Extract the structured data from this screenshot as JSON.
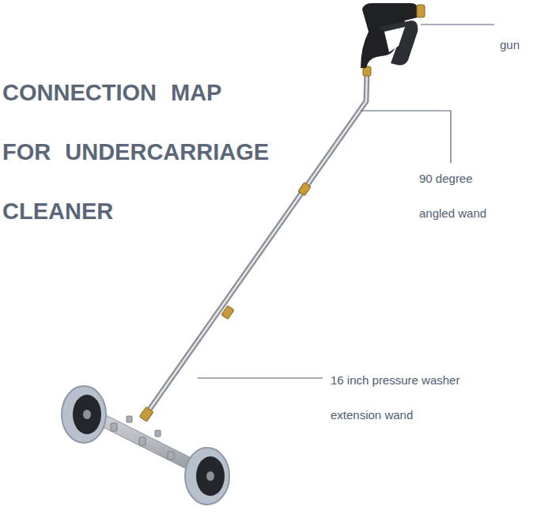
{
  "diagram": {
    "title": "CONNECTION MAP FOR UNDERCARRIAGE CLEANER",
    "labels": [
      "gun",
      "90 degree angled wand",
      "16 inch pressure washer extension wand"
    ]
  }
}
